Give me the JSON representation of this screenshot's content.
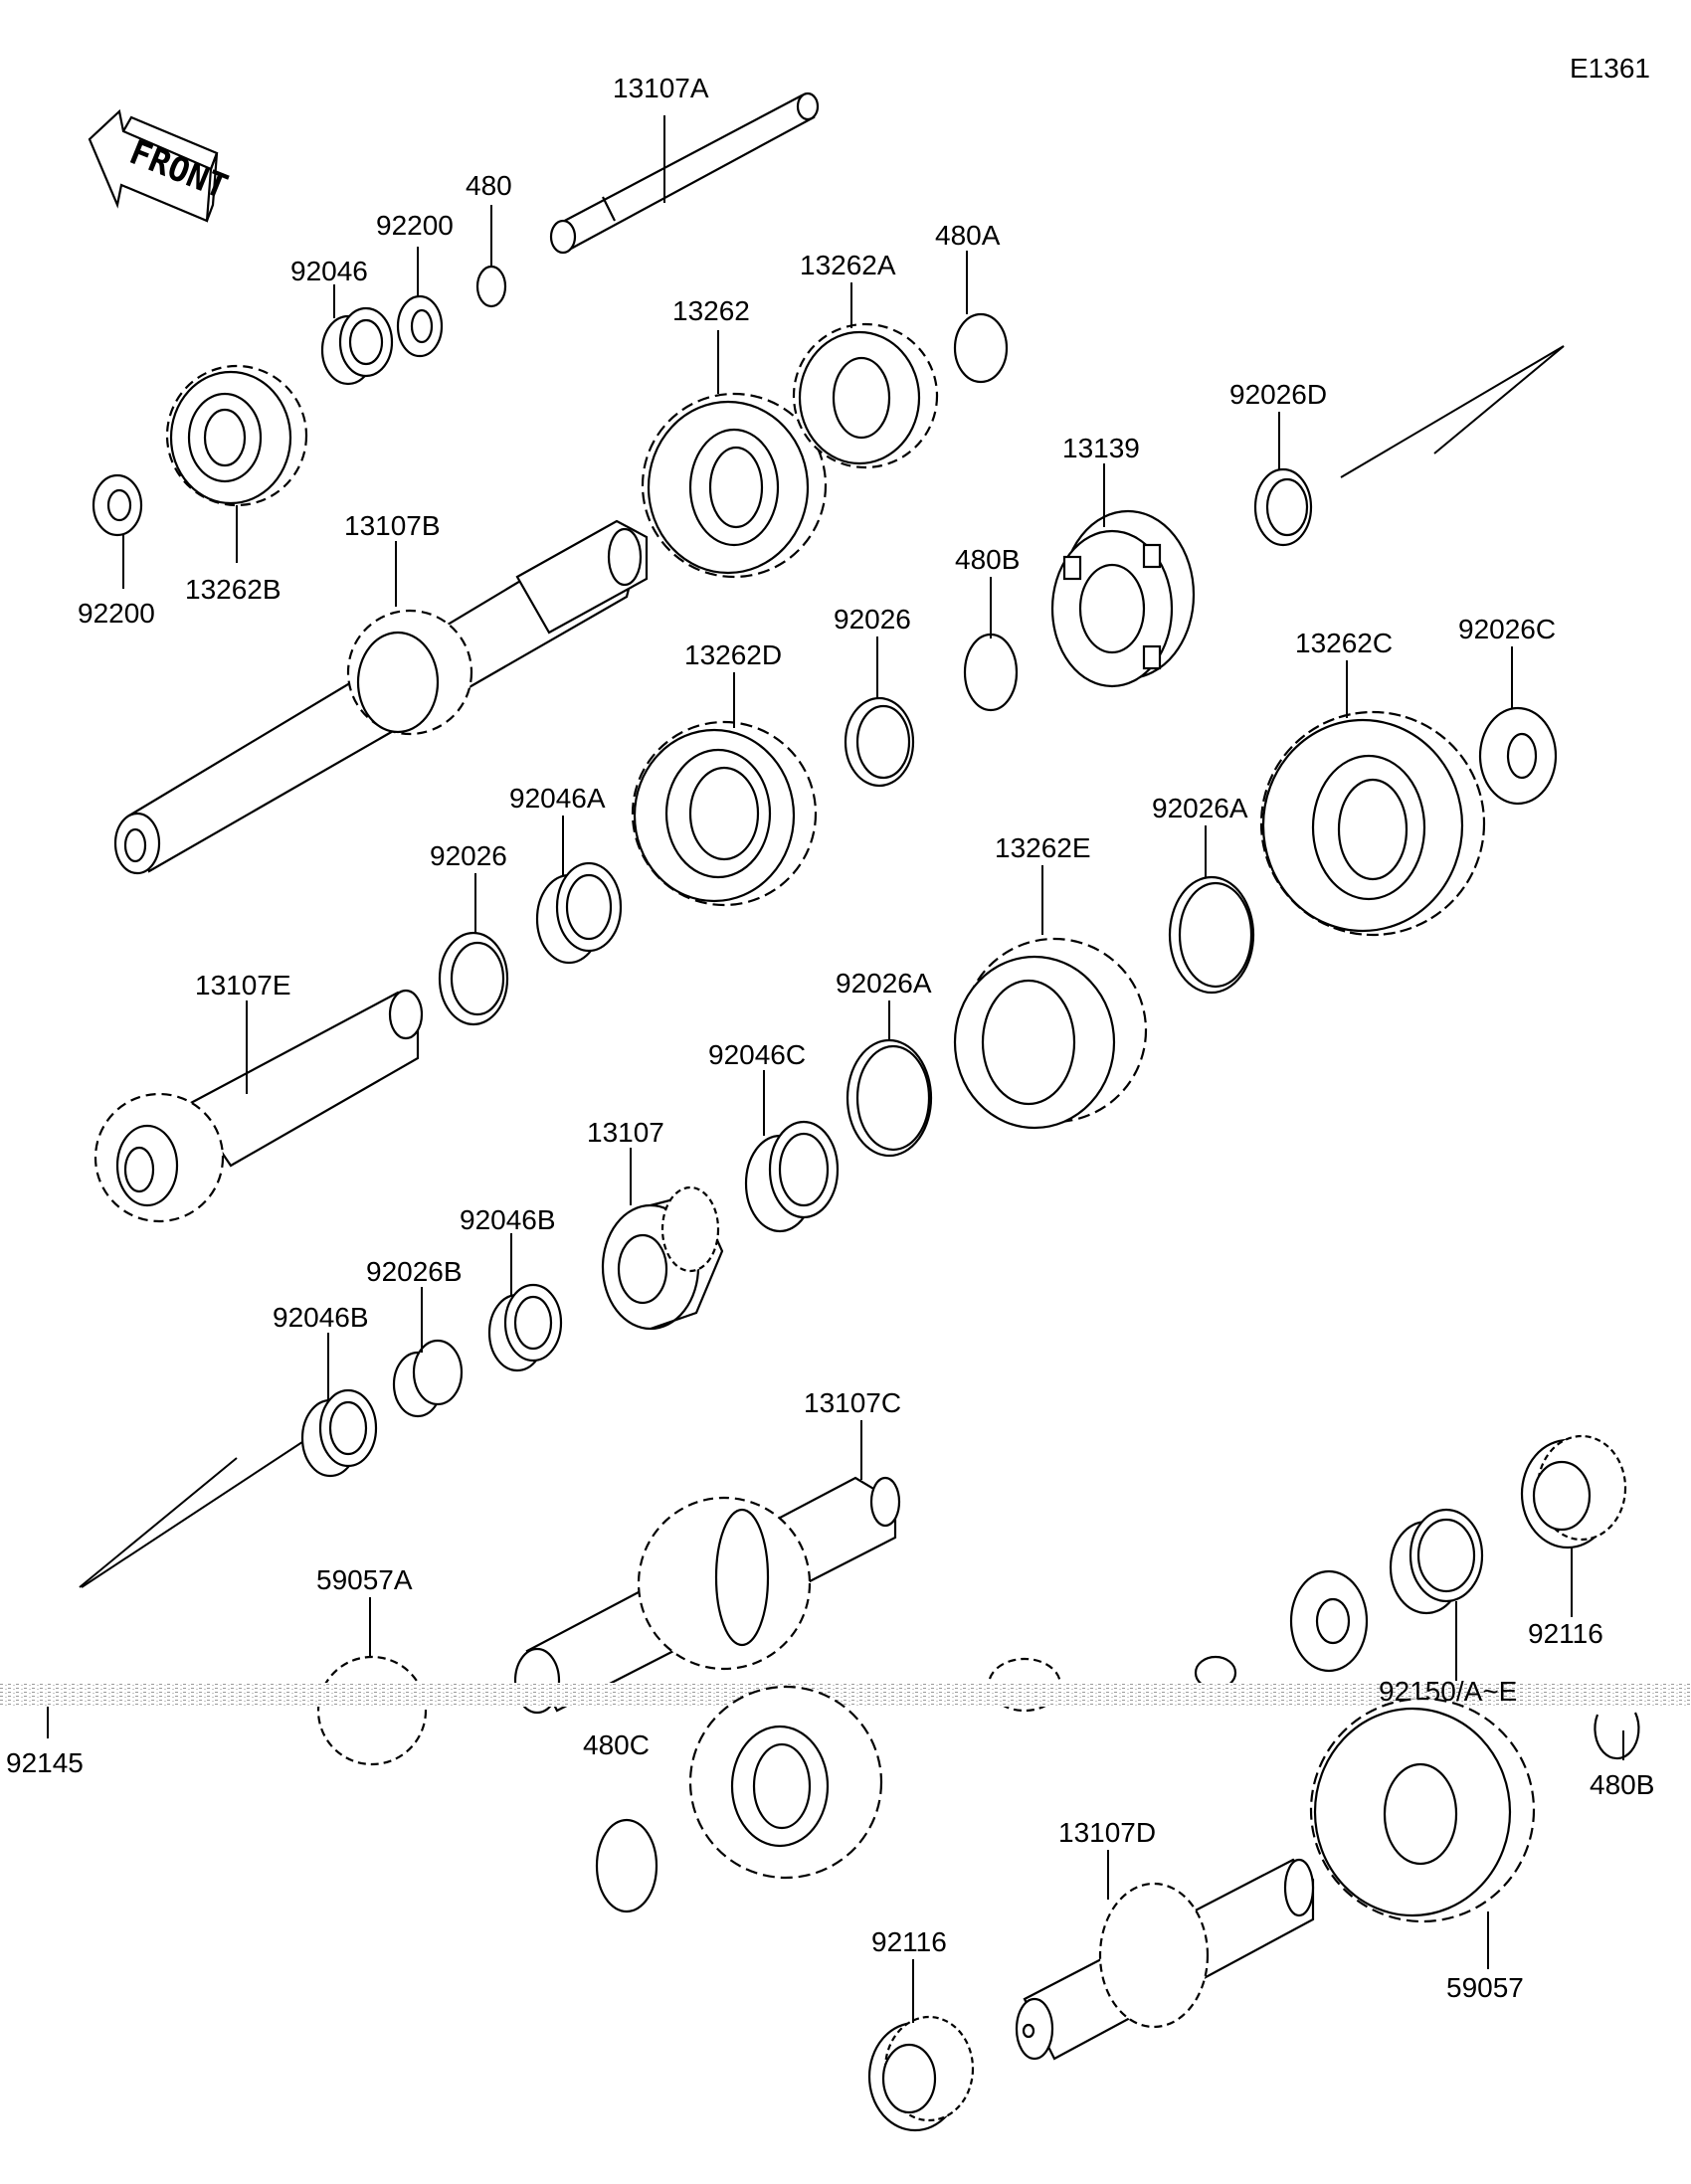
{
  "diagram_code": "E1361",
  "front_label": "FRONT",
  "scan_artifact_text": "92150/A~E",
  "parts": [
    {
      "id": "p1",
      "label": "13107A"
    },
    {
      "id": "p2",
      "label": "480"
    },
    {
      "id": "p3",
      "label": "92200"
    },
    {
      "id": "p4",
      "label": "92046"
    },
    {
      "id": "p5",
      "label": "92200"
    },
    {
      "id": "p6",
      "label": "13262B"
    },
    {
      "id": "p7",
      "label": "13262"
    },
    {
      "id": "p8",
      "label": "13262A"
    },
    {
      "id": "p9",
      "label": "480A"
    },
    {
      "id": "p10",
      "label": "92026D"
    },
    {
      "id": "p11",
      "label": "13139"
    },
    {
      "id": "p12",
      "label": "13107B"
    },
    {
      "id": "p13",
      "label": "480B"
    },
    {
      "id": "p14",
      "label": "92026"
    },
    {
      "id": "p15",
      "label": "13262D"
    },
    {
      "id": "p16",
      "label": "13262C"
    },
    {
      "id": "p17",
      "label": "92026C"
    },
    {
      "id": "p18",
      "label": "92046A"
    },
    {
      "id": "p19",
      "label": "92026"
    },
    {
      "id": "p20",
      "label": "13262E"
    },
    {
      "id": "p21",
      "label": "92026A"
    },
    {
      "id": "p22",
      "label": "13107E"
    },
    {
      "id": "p23",
      "label": "92026A"
    },
    {
      "id": "p24",
      "label": "92046C"
    },
    {
      "id": "p25",
      "label": "13107"
    },
    {
      "id": "p26",
      "label": "92046B"
    },
    {
      "id": "p27",
      "label": "92026B"
    },
    {
      "id": "p28",
      "label": "92046B"
    },
    {
      "id": "p29",
      "label": "13107C"
    },
    {
      "id": "p30",
      "label": "59057A"
    },
    {
      "id": "p31",
      "label": "92116"
    },
    {
      "id": "p32",
      "label": "92145"
    },
    {
      "id": "p33",
      "label": "480C"
    },
    {
      "id": "p34",
      "label": "480B"
    },
    {
      "id": "p35",
      "label": "13107D"
    },
    {
      "id": "p36",
      "label": "92116"
    },
    {
      "id": "p37",
      "label": "59057"
    }
  ]
}
